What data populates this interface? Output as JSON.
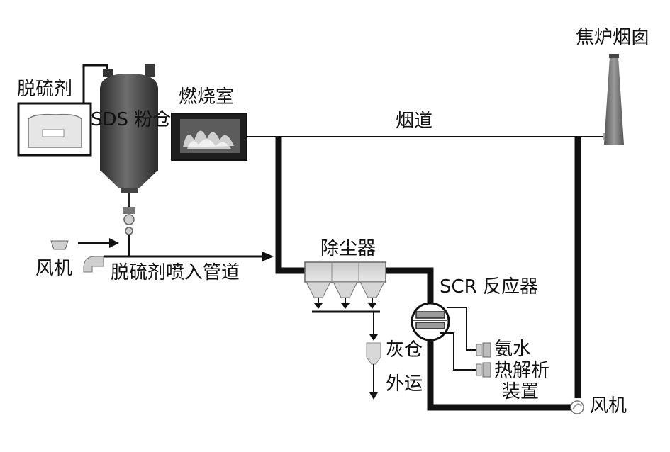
{
  "labels": {
    "desulfurizer": "脱硫剂",
    "sds_silo": "SDS 粉仓",
    "combustion_chamber": "燃烧室",
    "flue": "烟道",
    "coke_oven_chimney": "焦炉烟囱",
    "fan_left": "风机",
    "injection_pipe": "脱硫剂喷入管道",
    "dust_collector": "除尘器",
    "scr_reactor": "SCR 反应器",
    "ash_silo": "灰仓",
    "external_transport": "外运",
    "ammonia_water": "氨水",
    "pyrolysis_device_line1": "热解析",
    "pyrolysis_device_line2": "装置",
    "fan_right": "风机"
  },
  "colors": {
    "line": "#111111",
    "silo_dark": "#3a3a3a",
    "silo_mid": "#6b6b6b",
    "equipment_gray": "#9a9a9a",
    "light_gray": "#d4d4d4"
  }
}
